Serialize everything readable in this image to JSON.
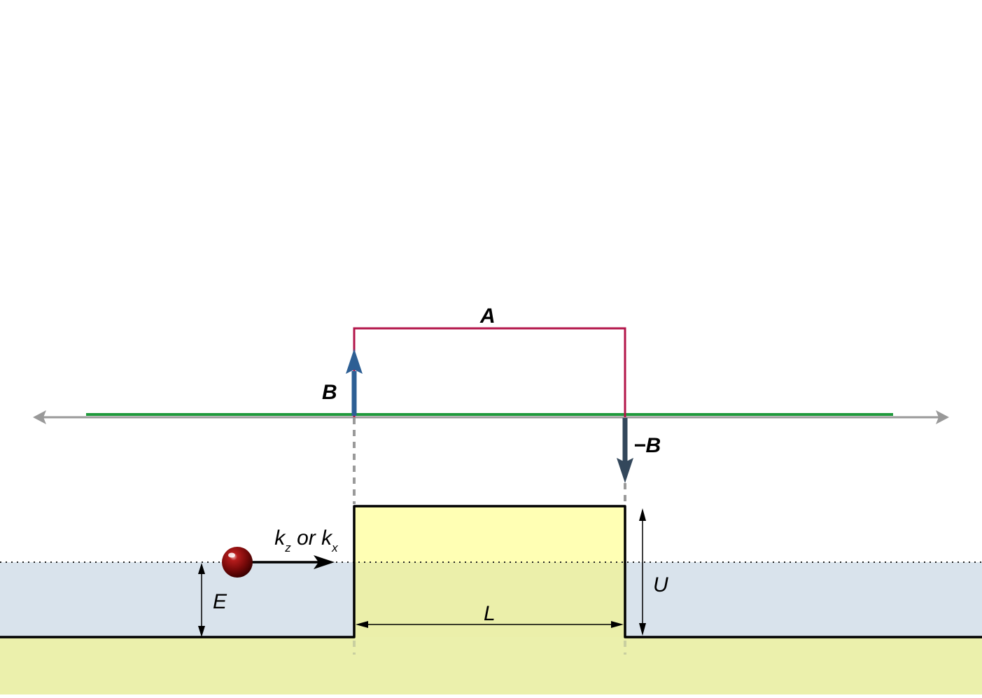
{
  "labels": {
    "a": "A",
    "b": "B",
    "neg_b": "−B",
    "k_sym_1": "k",
    "k_sub_1": "z",
    "or_word": " or ",
    "k_sym_2": "k",
    "k_sub_2": "x",
    "energy": "E",
    "potential": "U",
    "width": "L"
  },
  "colors": {
    "background": "#ffffff",
    "axis_gray": "#999999",
    "green_line": "#1f9a3c",
    "crimson_path": "#b3154a",
    "blue_arrow": "#2d5f94",
    "dark_arrow": "#33475b",
    "energy_region": "#d9e3ec",
    "barrier_upper": "#ffffb4",
    "barrier_lower": "#ebefaa",
    "ground": "#ebf0ac",
    "particle": "#7a0a0a"
  },
  "icons": {
    "particle": "particle-sphere-icon"
  }
}
